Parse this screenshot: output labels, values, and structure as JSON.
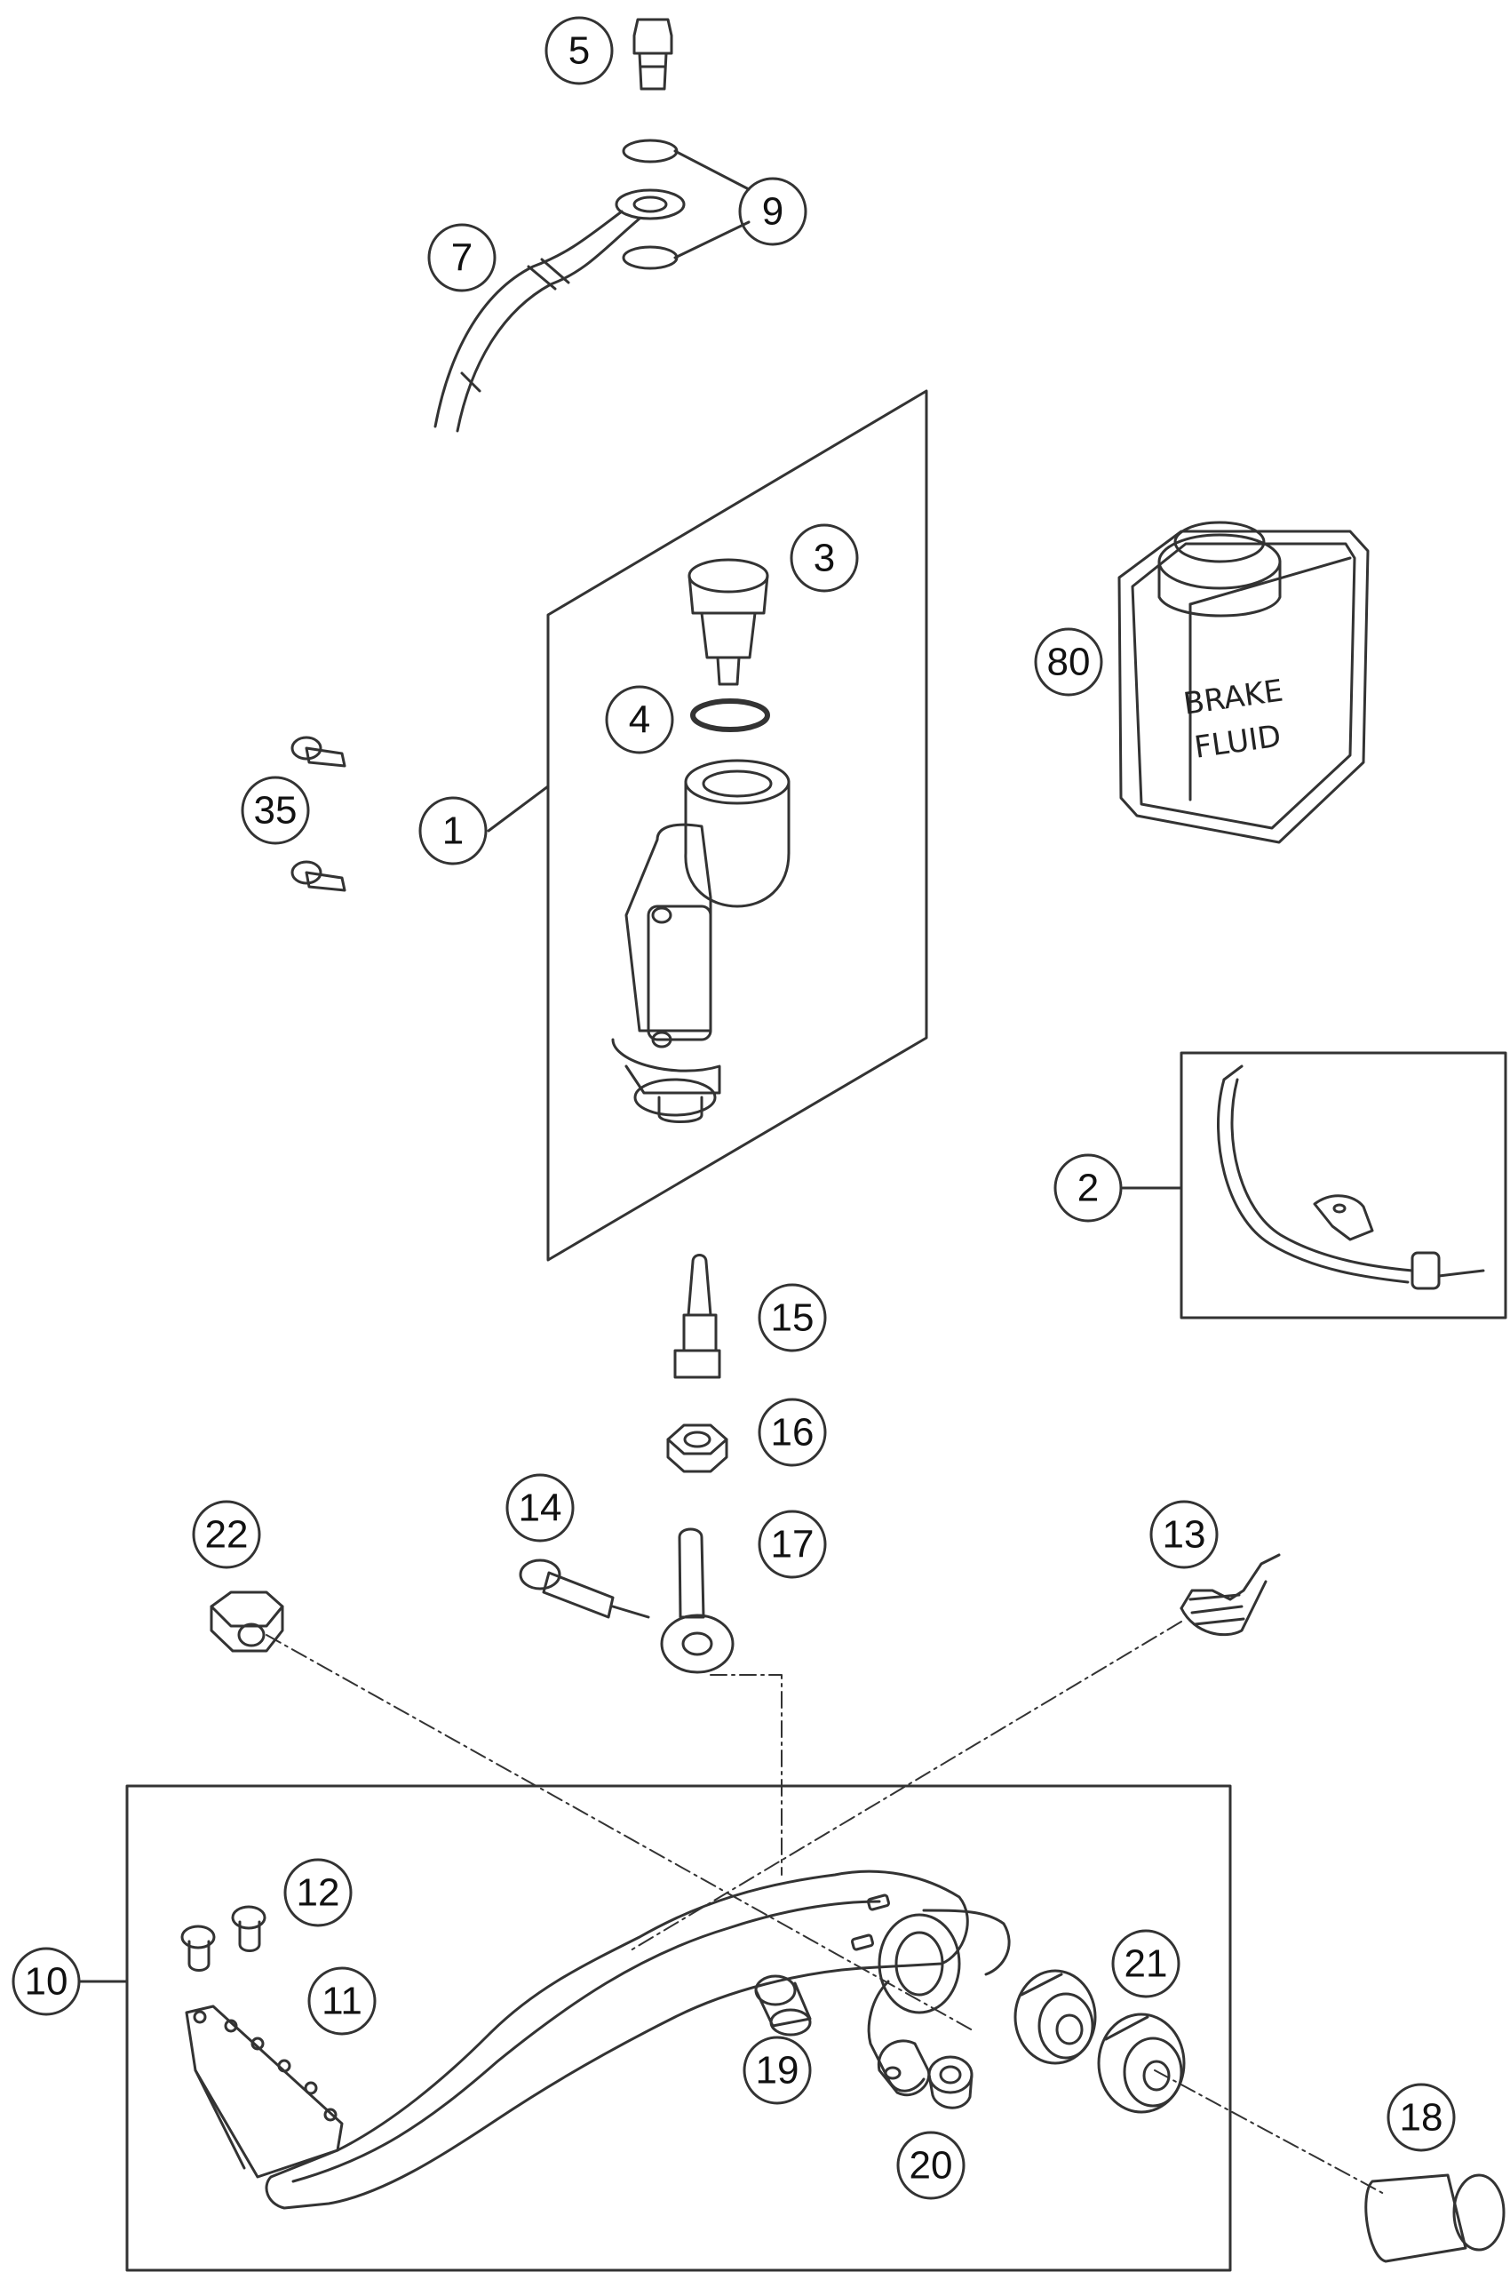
{
  "callouts": [
    {
      "id": "1",
      "label": "1"
    },
    {
      "id": "2",
      "label": "2"
    },
    {
      "id": "3",
      "label": "3"
    },
    {
      "id": "4",
      "label": "4"
    },
    {
      "id": "5",
      "label": "5"
    },
    {
      "id": "7",
      "label": "7"
    },
    {
      "id": "9",
      "label": "9"
    },
    {
      "id": "10",
      "label": "10"
    },
    {
      "id": "11",
      "label": "11"
    },
    {
      "id": "12",
      "label": "12"
    },
    {
      "id": "13",
      "label": "13"
    },
    {
      "id": "14",
      "label": "14"
    },
    {
      "id": "15",
      "label": "15"
    },
    {
      "id": "16",
      "label": "16"
    },
    {
      "id": "17",
      "label": "17"
    },
    {
      "id": "18",
      "label": "18"
    },
    {
      "id": "19",
      "label": "19"
    },
    {
      "id": "20",
      "label": "20"
    },
    {
      "id": "21",
      "label": "21"
    },
    {
      "id": "22",
      "label": "22"
    },
    {
      "id": "35",
      "label": "35"
    },
    {
      "id": "80",
      "label": "80"
    }
  ],
  "brake_fluid_can": {
    "line1": "BRAKE",
    "line2": "FLUID"
  }
}
